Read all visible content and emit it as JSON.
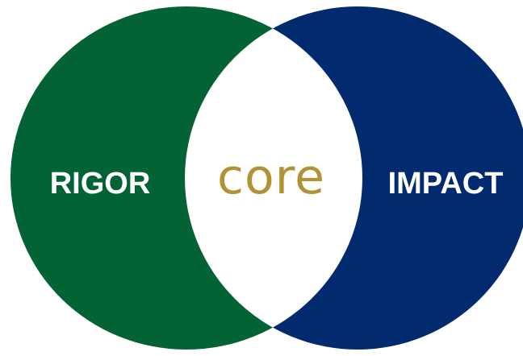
{
  "diagram": {
    "left_label": "RIGOR",
    "right_label": "IMPACT",
    "center_logo": "core",
    "colors": {
      "left_circle": "#046335",
      "right_circle": "#022a6e",
      "overlap": "#ffffff",
      "labels": "#ffffff",
      "logo": "#b39236"
    }
  }
}
